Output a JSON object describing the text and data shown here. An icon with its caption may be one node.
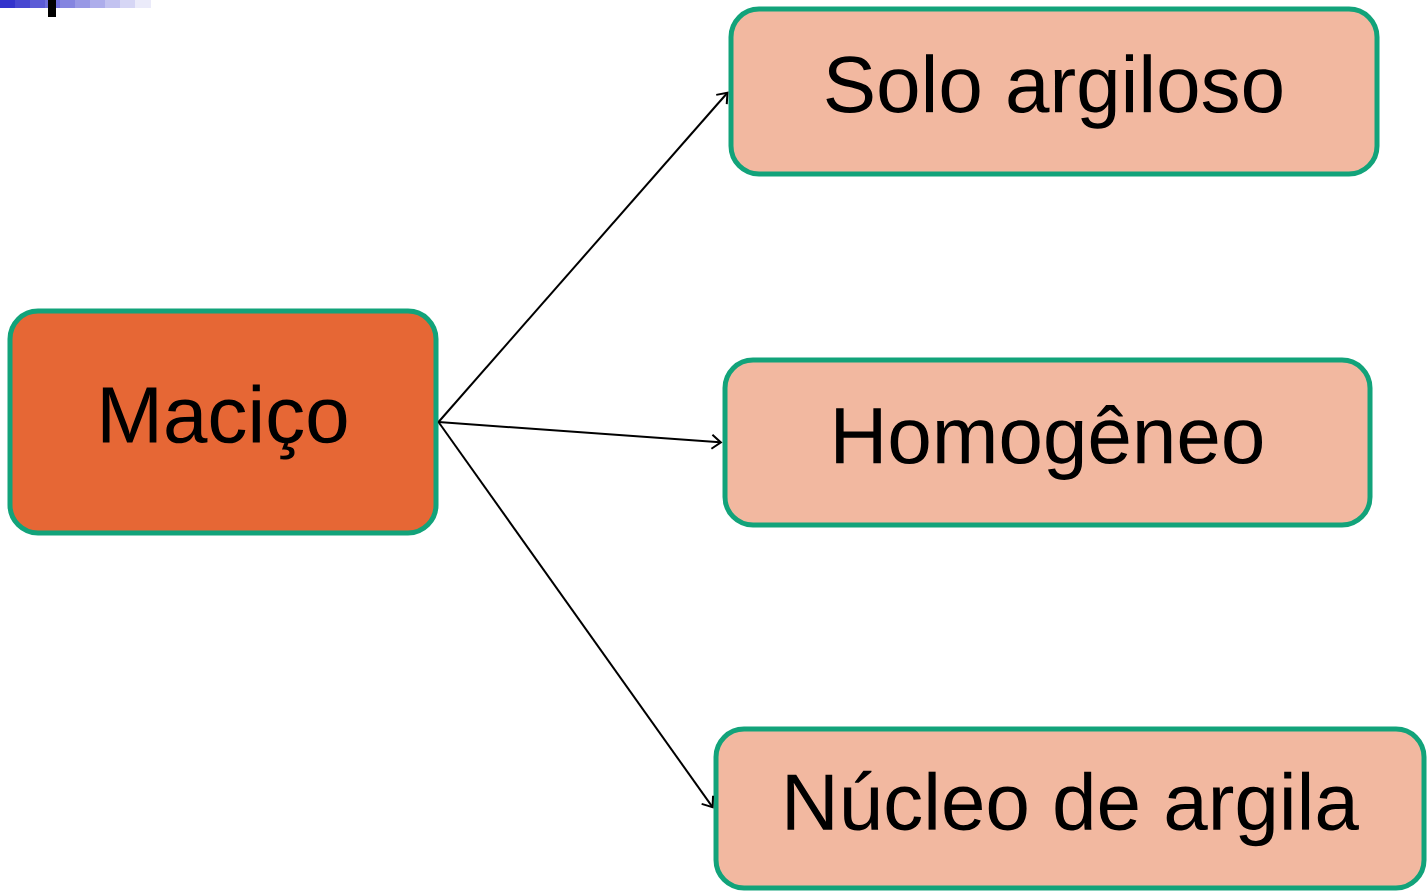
{
  "diagram": {
    "nodes": [
      {
        "text": [
          "Maciço"
        ]
      },
      {
        "text": [
          "Solo argiloso"
        ]
      },
      {
        "text": [
          "Homogêneo"
        ]
      },
      {
        "text": [
          "Núcleo de argila"
        ]
      }
    ],
    "edges": [
      {
        "from": 0,
        "to": 1,
        "arrow": "to"
      },
      {
        "from": 0,
        "to": 2,
        "arrow": "to"
      },
      {
        "from": 0,
        "to": 3,
        "arrow": "to"
      }
    ]
  }
}
